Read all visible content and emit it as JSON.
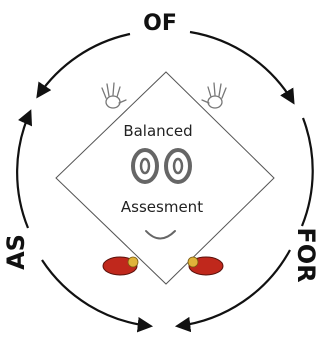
{
  "cycle": {
    "top_label": "OF",
    "right_label": "FOR",
    "left_label": "AS"
  },
  "mascot": {
    "line1": "Balanced",
    "line2": "Assesment",
    "shoe_color": "#c0281c",
    "shoe_trim_color": "#e0b43a"
  },
  "colors": {
    "stroke": "#111111",
    "diamond_stroke": "#555555"
  }
}
